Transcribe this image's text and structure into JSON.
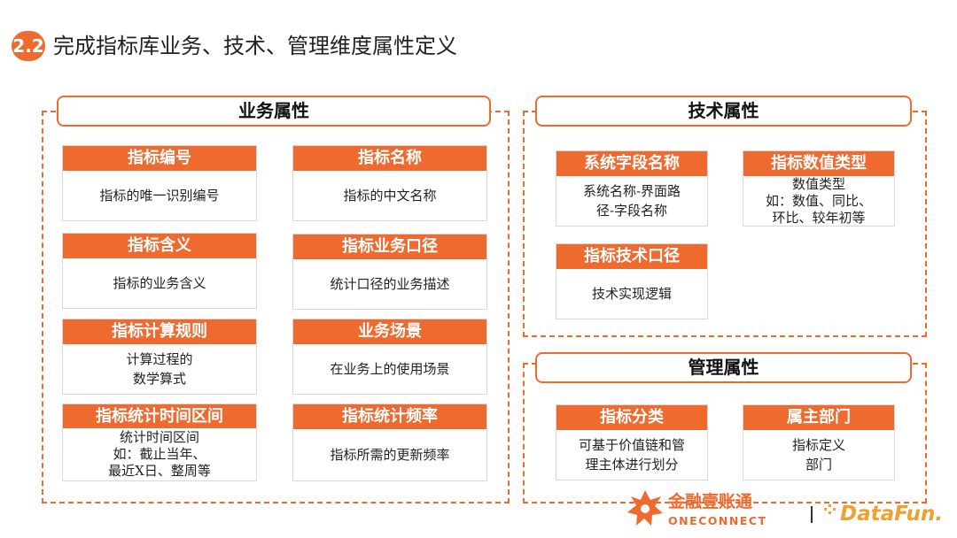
{
  "header": {
    "section_number": "2.2",
    "title": "完成指标库业务、技术、管理维度属性定义"
  },
  "groups": {
    "business": {
      "title": "业务属性",
      "cards": [
        {
          "title": "指标编号",
          "desc": "指标的唯一识别编号"
        },
        {
          "title": "指标名称",
          "desc": "指标的中文名称"
        },
        {
          "title": "指标含义",
          "desc": "指标的业务含义"
        },
        {
          "title": "指标业务口径",
          "desc": "统计口径的业务描述"
        },
        {
          "title": "指标计算规则",
          "desc": "计算过程的\n数学算式"
        },
        {
          "title": "业务场景",
          "desc": "在业务上的使用场景"
        },
        {
          "title": "指标统计时间区间",
          "desc": "统计时间区间\n如：截止当年、\n最近X日、整周等"
        },
        {
          "title": "指标统计频率",
          "desc": "指标所需的更新频率"
        }
      ]
    },
    "technical": {
      "title": "技术属性",
      "cards": [
        {
          "title": "系统字段名称",
          "desc": "系统名称-界面路\n径-字段名称"
        },
        {
          "title": "指标数值类型",
          "desc": "数值类型\n如：数值、同比、\n环比、较年初等"
        },
        {
          "title": "指标技术口径",
          "desc": "技术实现逻辑"
        }
      ]
    },
    "management": {
      "title": "管理属性",
      "cards": [
        {
          "title": "指标分类",
          "desc": "可基于价值链和管\n理主体进行划分"
        },
        {
          "title": "属主部门",
          "desc": "指标定义\n部门"
        }
      ]
    }
  },
  "footer": {
    "logo_oneconnect": {
      "cn": "金融壹账通",
      "en": "ONECONNECT"
    },
    "logo_datafun": {
      "text": "DataFun."
    }
  },
  "colors": {
    "accent": "#ee6a2f",
    "text": "#222222",
    "background": "#ffffff"
  }
}
